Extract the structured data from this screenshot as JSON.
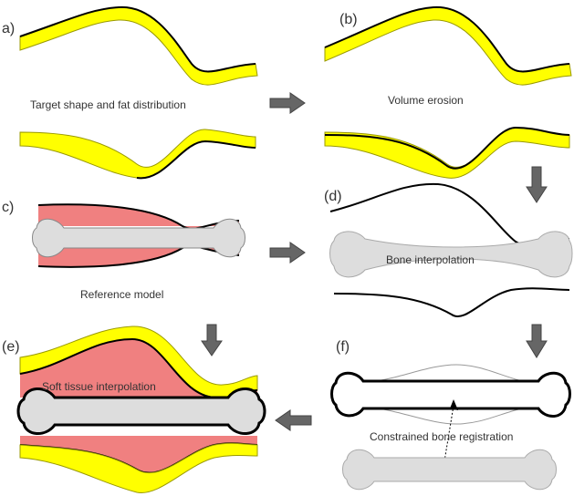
{
  "panels": {
    "a": {
      "letter": "a)",
      "caption": "Target shape and fat distribution"
    },
    "b": {
      "letter": "(b)",
      "caption": "Volume erosion"
    },
    "c": {
      "letter": "c)",
      "caption": "Reference model"
    },
    "d": {
      "letter": "(d)",
      "caption": "Bone interpolation"
    },
    "e": {
      "letter": "(e)",
      "caption": "Soft tissue interpolation"
    },
    "f": {
      "letter": "(f)",
      "caption": "Constrained bone registration"
    }
  },
  "colors": {
    "fat": "#ffff00",
    "muscle": "#f08080",
    "bone": "#dddddd",
    "outline": "#000000",
    "arrow": "#666666"
  }
}
